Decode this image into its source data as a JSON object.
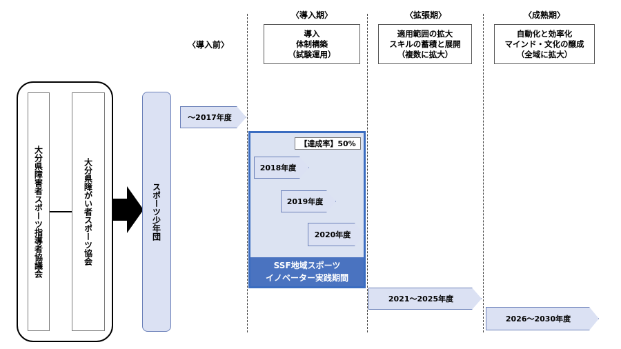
{
  "phases": {
    "pre": {
      "heading": "〈導入前〉"
    },
    "intro": {
      "heading": "〈導入期〉",
      "lines": [
        "導入",
        "体制構築",
        "（試験運用）"
      ]
    },
    "expand": {
      "heading": "〈拡張期〉",
      "lines": [
        "適用範囲の拡大",
        "スキルの蓄積と展開",
        "（複数に拡大）"
      ]
    },
    "mature": {
      "heading": "〈成熟期〉",
      "lines": [
        "自動化と効率化",
        "マインド・文化の醸成",
        "（全域に拡大）"
      ]
    }
  },
  "organizations": {
    "council": "大分県障害者スポーツ指導者協議会",
    "association": "大分県障がい者スポーツ協会",
    "club": "スポーツ少年団"
  },
  "timeline": {
    "pre_period": "～2017年度",
    "year_2018": "2018年度",
    "year_2019": "2019年度",
    "year_2020": "2020年度",
    "expand_period": "2021～2025年度",
    "mature_period": "2026～2030年度"
  },
  "ssf_panel": {
    "achievement": "【達成率】50%",
    "title_line1": "SSF地域スポーツ",
    "title_line2": "イノベーター実践期間"
  },
  "colors": {
    "tag_fill": "#dbe1f3",
    "tag_border": "#6a7fb8",
    "ssf_border": "#3a6cc0",
    "ssf_fill": "#dce3f2",
    "ssf_title_fill": "#4a73c0"
  }
}
